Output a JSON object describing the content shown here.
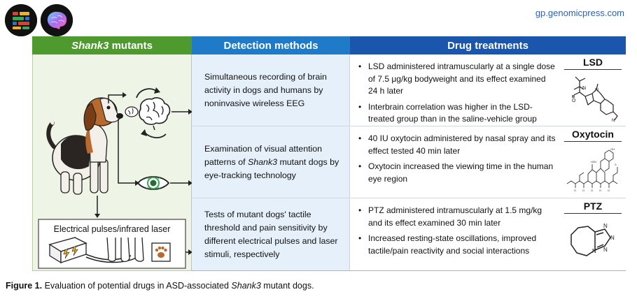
{
  "header": {
    "site": "gp.genomicpress.com"
  },
  "columns": {
    "mutants": {
      "italic": "Shank3",
      "rest": " mutants"
    },
    "detection": "Detection methods",
    "drugs": "Drug treatments"
  },
  "left_panel": {
    "stimulus_box_label": "Electrical pulses/infrared laser",
    "icons": [
      "dog-icon",
      "brain-icon",
      "eye-icon",
      "stimulator-icon",
      "dog-legs-icon",
      "paw-icon"
    ]
  },
  "rows": [
    {
      "detection": {
        "before": "Simultaneous recording of brain activity in dogs and humans by noninvasive wireless EEG",
        "italic": "",
        "after": ""
      },
      "bullets": [
        "LSD administered intramuscularly at a single dose of 7.5 μg/kg bodyweight and its effect examined 24 h later",
        "Interbrain correlation was higher in the LSD-treated group than in the saline-vehicle group"
      ],
      "drug_name": "LSD"
    },
    {
      "detection": {
        "before": "Examination of visual attention patterns of ",
        "italic": "Shank3",
        "after": " mutant dogs by eye-tracking technology"
      },
      "bullets": [
        "40 IU oxytocin administered by nasal spray and its effect tested 40 min later",
        "Oxytocin increased the viewing time in the human eye region"
      ],
      "drug_name": "Oxytocin"
    },
    {
      "detection": {
        "before": "Tests of mutant dogs' tactile threshold and pain sensitivity by different electrical pulses and laser stimuli, respectively",
        "italic": "",
        "after": ""
      },
      "bullets": [
        "PTZ administered intramuscularly at 1.5 mg/kg and its effect examined 30 min later",
        "Increased resting-state oscillations, improved tactile/pain reactivity and social interactions"
      ],
      "drug_name": "PTZ"
    }
  ],
  "caption": {
    "label": "Figure 1.",
    "before": " Evaluation of potential drugs in ASD-associated ",
    "italic": "Shank3",
    "after": " mutant dogs."
  },
  "colors": {
    "mutants_header": "#4e9a2f",
    "detection_header": "#1f7bc8",
    "drugs_header": "#1b56ad",
    "site_text": "#2f62a7"
  }
}
